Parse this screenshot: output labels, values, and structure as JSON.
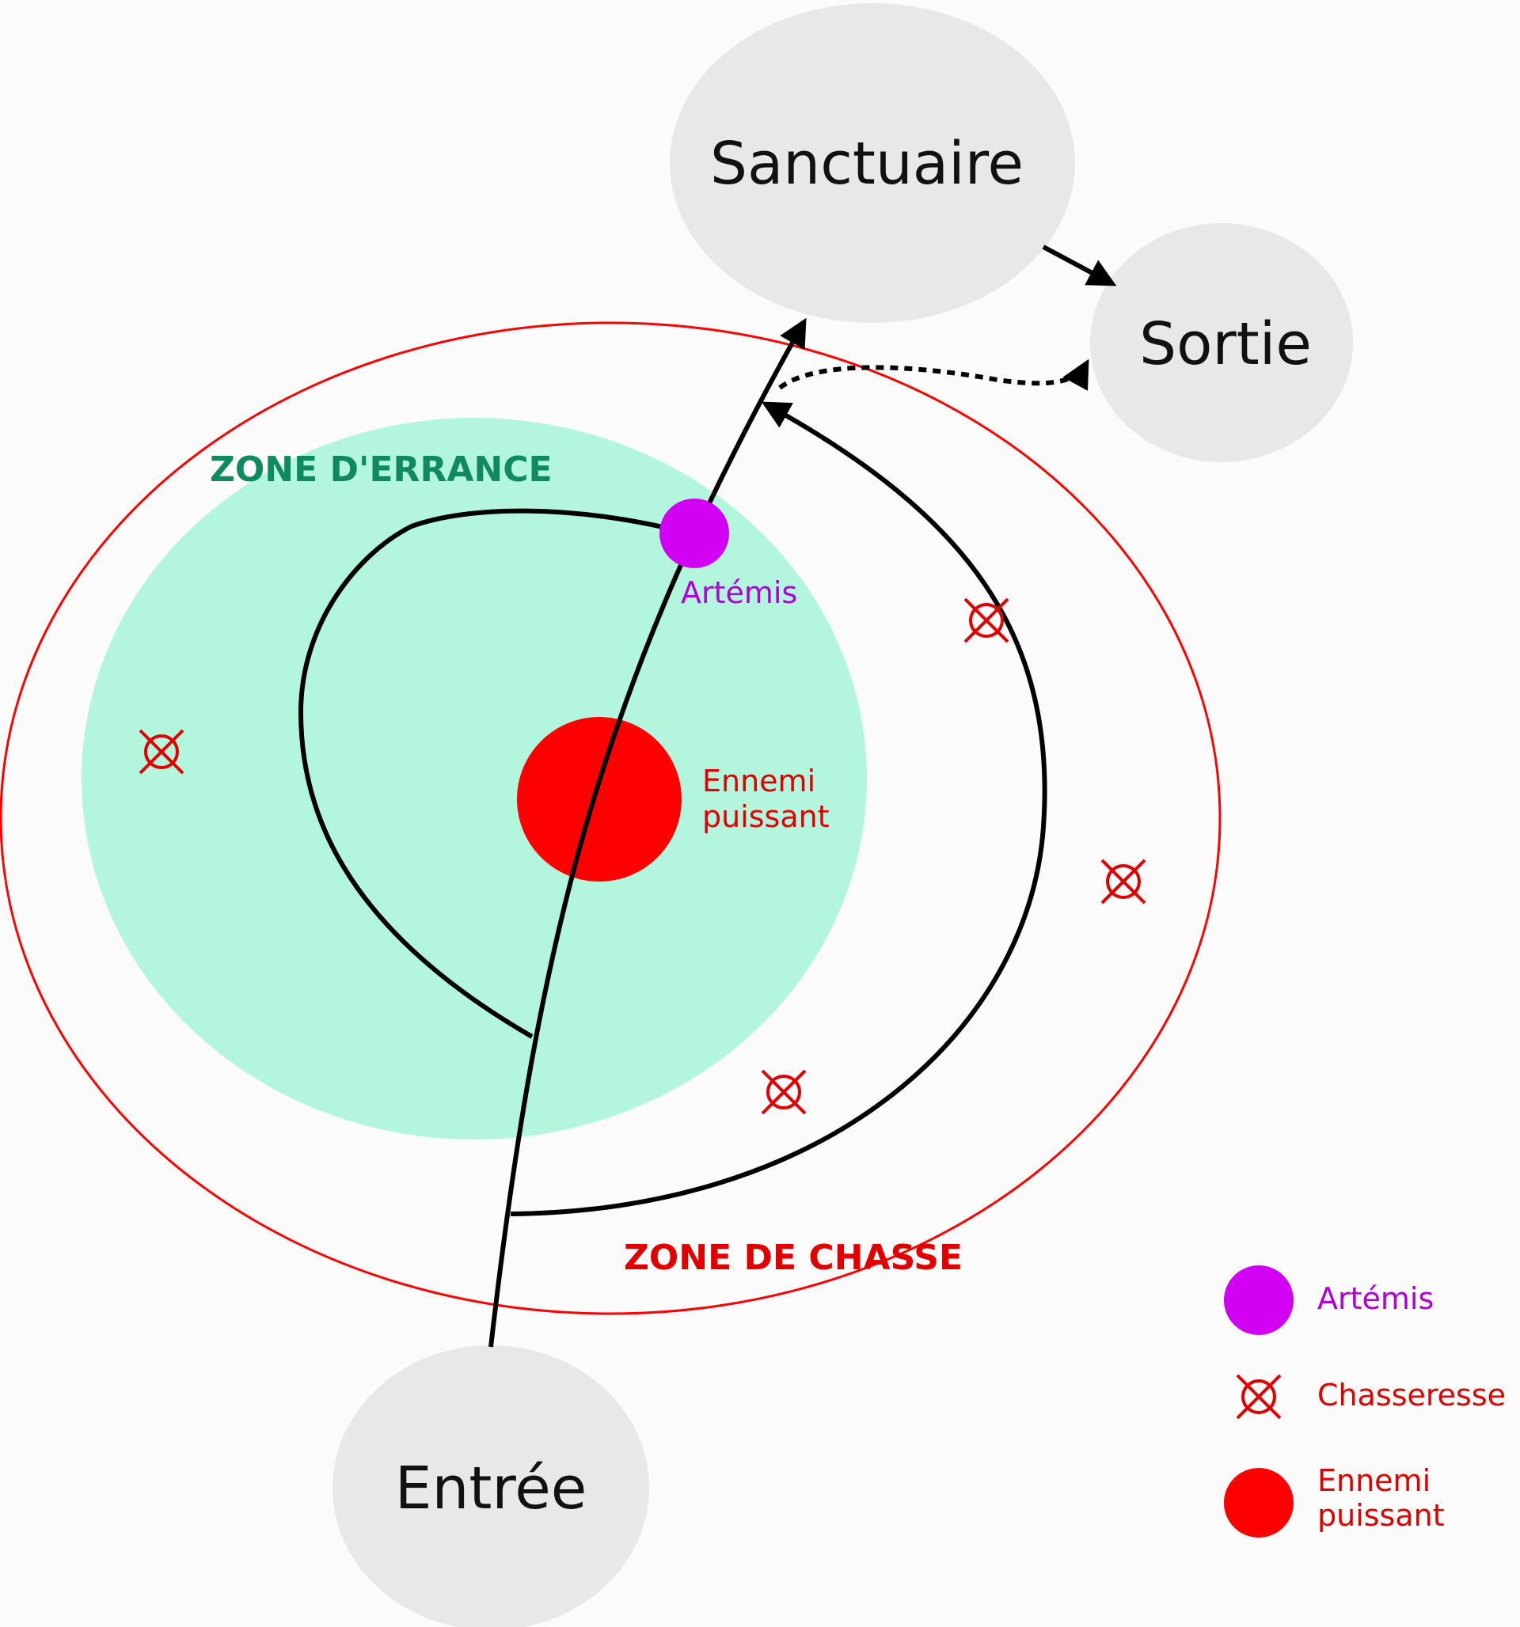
{
  "colors": {
    "background": "#fbfbfb",
    "node_fill": "#e8e8e8",
    "wander_zone": "#b3f6de",
    "wander_label": "#0f8a5f",
    "hunt_zone_border": "#ff0000",
    "hunt_label": "#e00000",
    "artemis": "#d100f5",
    "enemy": "#ff0000",
    "huntress": "#e00000",
    "path": "#000000"
  },
  "nodes": {
    "sanctuary": "Sanctuaire",
    "exit": "Sortie",
    "entrance": "Entrée"
  },
  "zones": {
    "wander": "ZONE D'ERRANCE",
    "hunt": "ZONE DE CHASSE"
  },
  "markers": {
    "artemis_label": "Artémis",
    "enemy_label_line1": "Ennemi",
    "enemy_label_line2": "puissant",
    "huntress_icon": "crossed-circle-icon"
  },
  "legend": {
    "artemis": "Artémis",
    "huntress": "Chasseresse",
    "enemy_line1": "Ennemi",
    "enemy_line2": "puissant"
  }
}
